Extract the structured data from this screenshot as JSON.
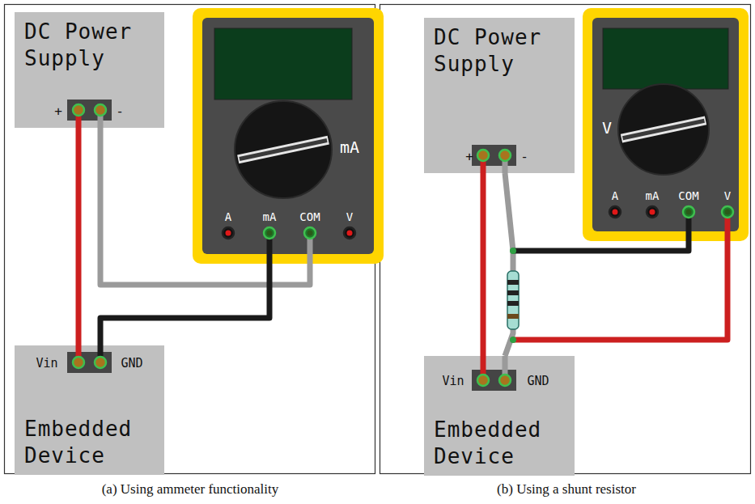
{
  "diagram": {
    "nodes": [
      {
        "text": [
          "DC Power Supply"
        ]
      },
      {
        "text": [
          "mA",
          "A",
          "mA",
          "COM",
          "V"
        ]
      },
      {
        "text": [
          "Embedded Device"
        ]
      },
      {
        "text": [
          "DC Power Supply"
        ]
      },
      {
        "text": [
          "V",
          "A",
          "mA",
          "COM",
          "V"
        ]
      },
      {
        "text": [
          "Embedded Device"
        ]
      }
    ],
    "edges": [
      {
        "from": 0,
        "to": 2,
        "arrow": "none"
      },
      {
        "from": 0,
        "to": 1,
        "arrow": "none"
      },
      {
        "from": 1,
        "to": 2,
        "arrow": "none"
      },
      {
        "from": 3,
        "to": 5,
        "arrow": "none"
      },
      {
        "from": 3,
        "to": 5,
        "arrow": "none"
      }
    ],
    "labels": [
      "+",
      "-",
      "Vin",
      "GND",
      "(a) Using ammeter functionality",
      "+",
      "-",
      "Vin",
      "GND",
      "(b) Using a shunt resistor"
    ]
  }
}
